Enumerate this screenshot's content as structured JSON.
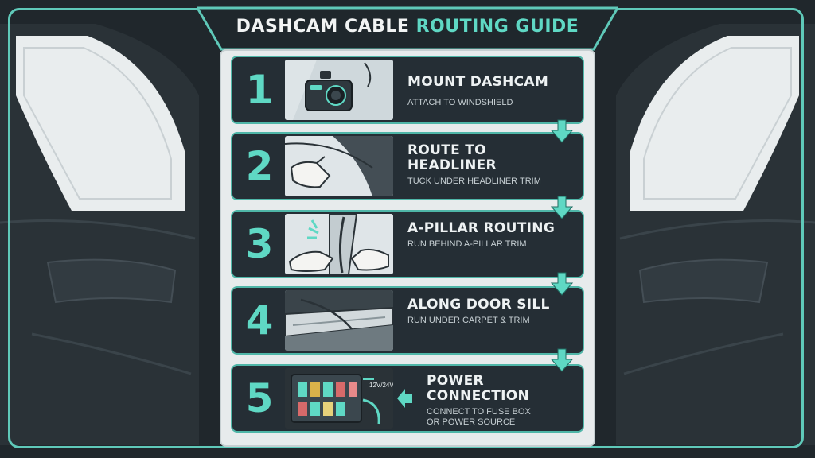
{
  "title": {
    "part1": "DASHCAM CABLE ",
    "part2": "ROUTING GUIDE"
  },
  "steps": [
    {
      "number": "1",
      "heading": "MOUNT DASHCAM",
      "sub": "ATTACH TO WINDSHIELD"
    },
    {
      "number": "2",
      "heading": "ROUTE TO HEADLINER",
      "sub": "TUCK UNDER HEADLINER TRIM"
    },
    {
      "number": "3",
      "heading": "A-PILLAR ROUTING",
      "sub": "RUN BEHIND A-PILLAR TRIM"
    },
    {
      "number": "4",
      "heading": "ALONG DOOR SILL",
      "sub": "RUN UNDER CARPET & TRIM"
    },
    {
      "number": "5",
      "heading": "POWER CONNECTION",
      "sub": "CONNECT TO FUSE BOX\nOR POWER SOURCE",
      "voltage_label": "12V/24V"
    }
  ],
  "colors": {
    "accent": "#5fd8c4",
    "frame": "#5fc9b9",
    "card": "#252e35",
    "panel": "#e7ebec"
  },
  "icons": [
    "dashcam-icon",
    "hands-icon",
    "door-sill-icon",
    "fuse-box-icon",
    "down-arrow-icon",
    "left-arrow-icon"
  ]
}
